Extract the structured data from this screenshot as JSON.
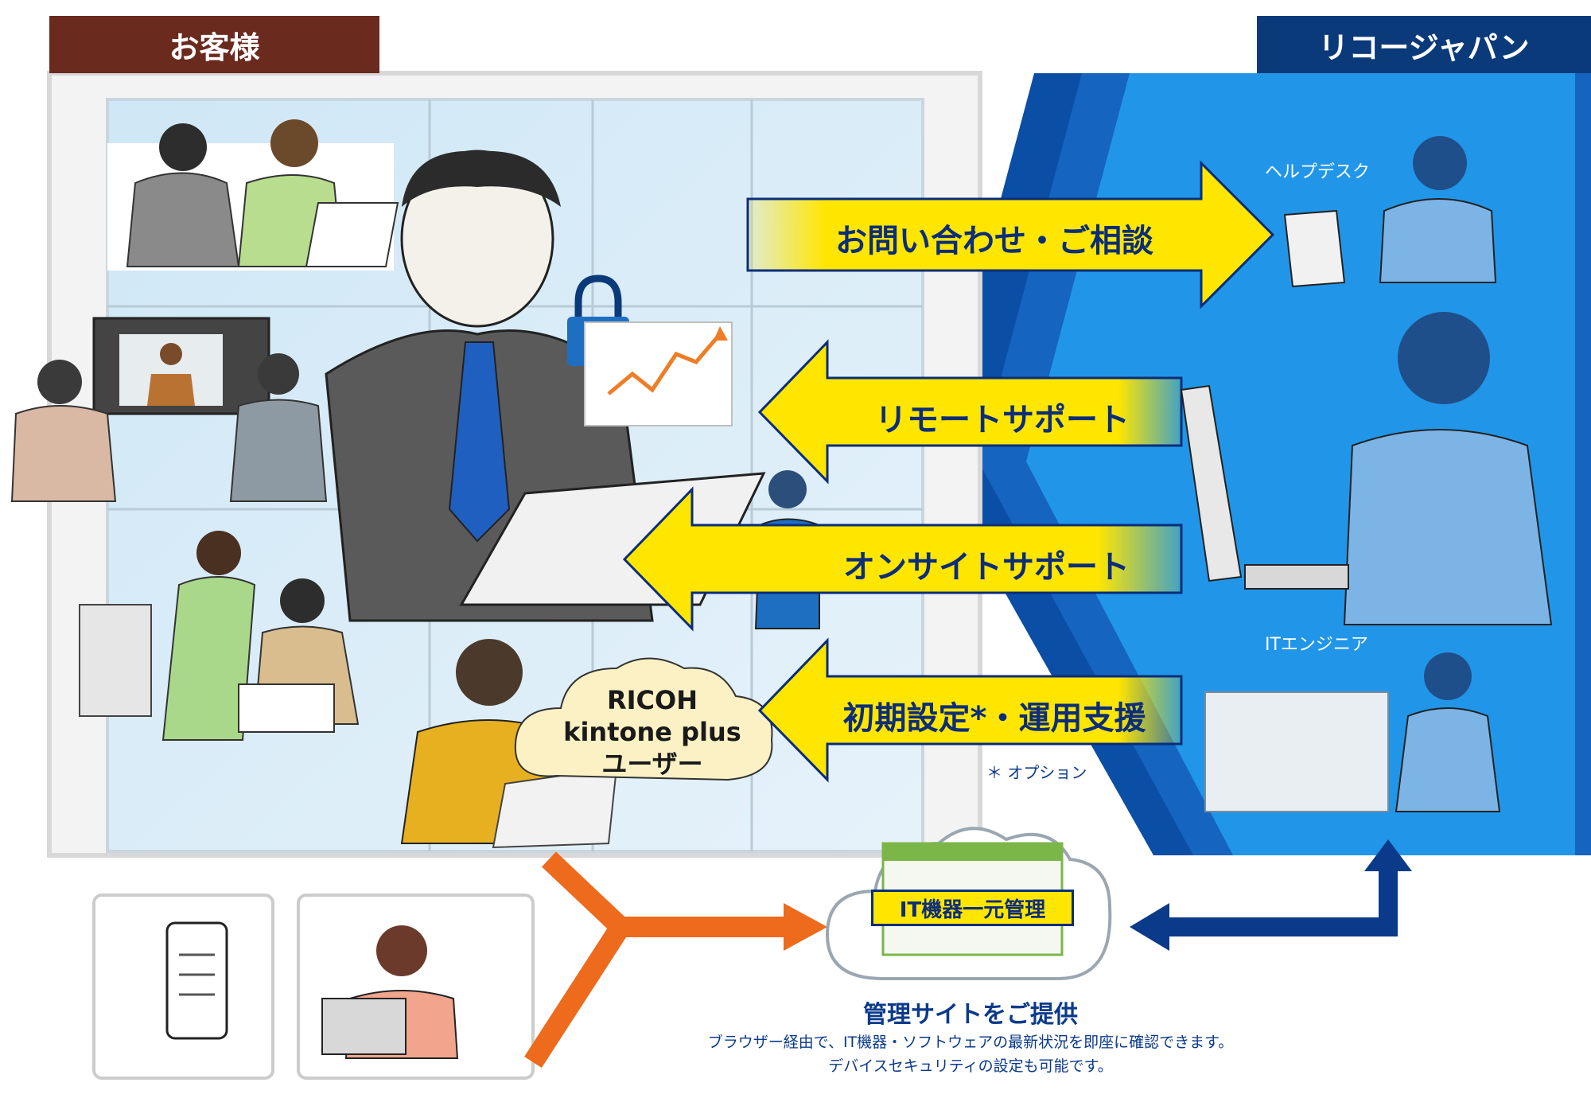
{
  "customer_header": "お客様",
  "ricoh_header": "リコージャパン",
  "arrows": {
    "inquiry": "お問い合わせ・ご相談",
    "remote": "リモートサポート",
    "onsite": "オンサイトサポート",
    "setup": "初期設定*・運用支援"
  },
  "cloud_user": {
    "line1": "RICOH",
    "line2": "kintone plus",
    "line3": "ユーザー"
  },
  "roles": {
    "helpdesk": "ヘルプデスク",
    "engineer": "ITエンジニア"
  },
  "option_note": "＊ オプション",
  "management": {
    "badge": "IT機器一元管理",
    "title": "管理サイトをご提供",
    "desc_line1": "ブラウザー経由で、IT機器・ソフトウェアの最新状況を即座に確認できます。",
    "desc_line2": "デバイスセキュリティの設定も可能です。"
  },
  "colors": {
    "customer_header": "#6b2a1e",
    "ricoh_header": "#0b3a7a",
    "ricoh_bg": "#1e88d8",
    "arrow_yellow": "#ffe600",
    "orange": "#ee6a1c",
    "navy": "#0b3a8a"
  }
}
